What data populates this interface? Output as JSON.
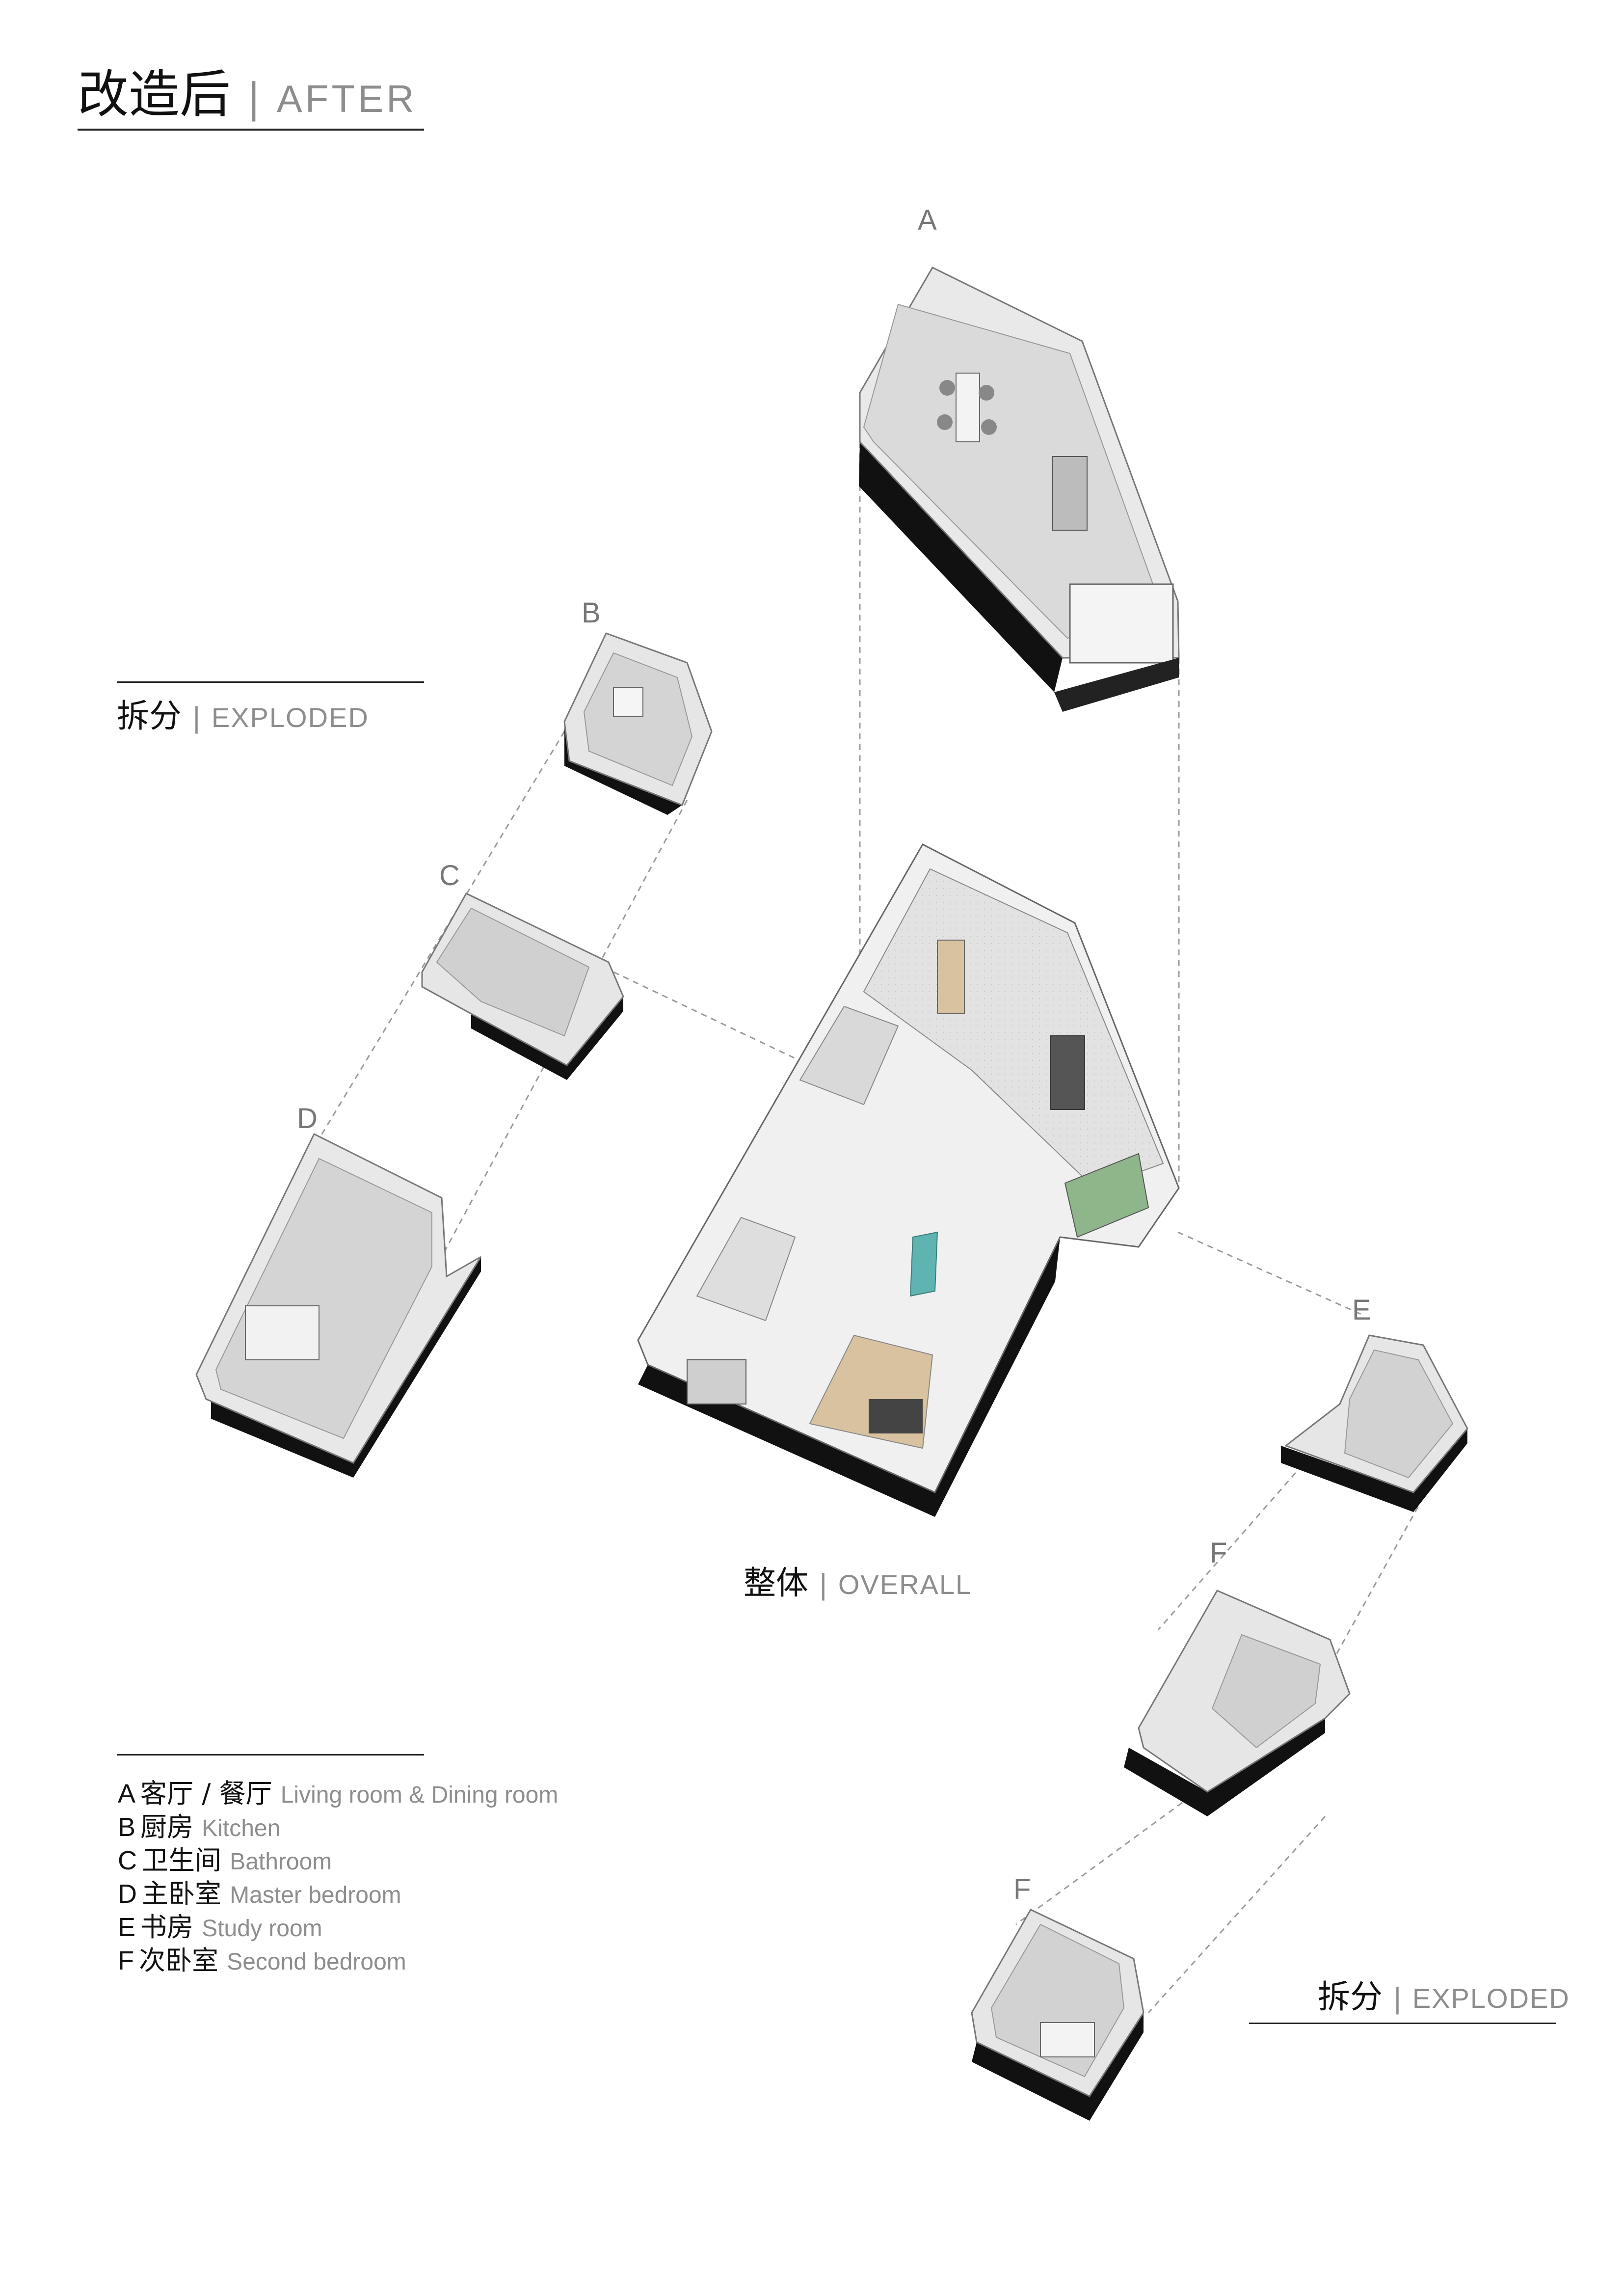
{
  "title": {
    "zh": "改造后",
    "sep": "|",
    "en": "AFTER"
  },
  "sections": {
    "exploded_left": {
      "zh": "拆分",
      "sep": "|",
      "en": "EXPLODED"
    },
    "overall": {
      "zh": "整体",
      "sep": "|",
      "en": "OVERALL"
    },
    "exploded_right": {
      "zh": "拆分",
      "sep": "|",
      "en": "EXPLODED"
    }
  },
  "module_letters": {
    "a": "A",
    "b": "B",
    "c": "C",
    "d": "D",
    "e": "E",
    "f1": "F",
    "f2": "F"
  },
  "legend": [
    {
      "code": "A",
      "zh": "客厅 / 餐厅",
      "en": "Living room & Dining room"
    },
    {
      "code": "B",
      "zh": "厨房",
      "en": "Kitchen"
    },
    {
      "code": "C",
      "zh": "卫生间",
      "en": "Bathroom"
    },
    {
      "code": "D",
      "zh": "主卧室",
      "en": "Master bedroom"
    },
    {
      "code": "E",
      "zh": "书房",
      "en": "Study room"
    },
    {
      "code": "F",
      "zh": "次卧室",
      "en": "Second bedroom"
    }
  ],
  "colors": {
    "wall": "#eeeeee",
    "wall_shade": "#cfcfcf",
    "floor": "#dcdcdc",
    "shadow": "#111111",
    "wood": "#d8c2a0",
    "pool": "#5fb3b0",
    "glass": "#8fb58a"
  }
}
